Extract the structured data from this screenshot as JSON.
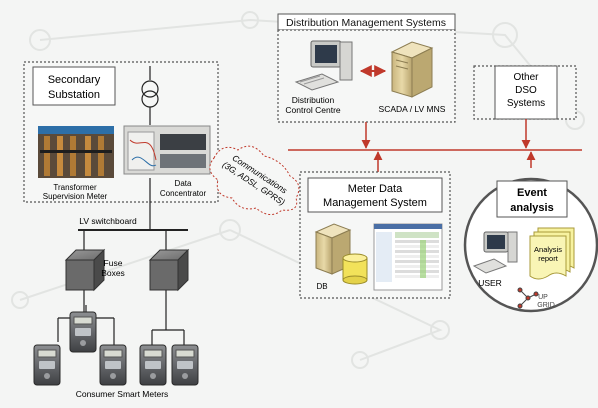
{
  "distribution": {
    "title": "Distribution Management Systems",
    "control_centre_line1": "Distribution",
    "control_centre_line2": "Control Centre",
    "scada_label": "SCADA / LV MNS"
  },
  "other_dso": {
    "line1": "Other",
    "line2": "DSO",
    "line3": "Systems"
  },
  "substation": {
    "title_line1": "Secondary",
    "title_line2": "Substation",
    "transformer_line1": "Transformer",
    "transformer_line2": "Supervision Meter",
    "concentrator_line1": "Data",
    "concentrator_line2": "Concentrator"
  },
  "communications": {
    "line1": "Communications",
    "line2": "(3G, ADSL, GPRS)"
  },
  "mdms": {
    "title_line1": "Meter Data",
    "title_line2": "Management System",
    "db_label": "DB"
  },
  "event": {
    "title_line1": "Event",
    "title_line2": "analysis",
    "user_label": "USER",
    "report_line1": "Analysis",
    "report_line2": "report",
    "logo_line1": "UP",
    "logo_line2": "GRID"
  },
  "lv_switchboard": "LV switchboard",
  "fuse_boxes_line1": "Fuse",
  "fuse_boxes_line2": "Boxes",
  "smart_meters_label": "Consumer Smart Meters",
  "colors": {
    "bus": "#c0392b",
    "arrow": "#c0392b",
    "dashed": "#555555",
    "server": "#d9c58f",
    "cylinder": "#f2e25a",
    "report": "#f7f2a0",
    "cube": "#6a6a6a"
  }
}
